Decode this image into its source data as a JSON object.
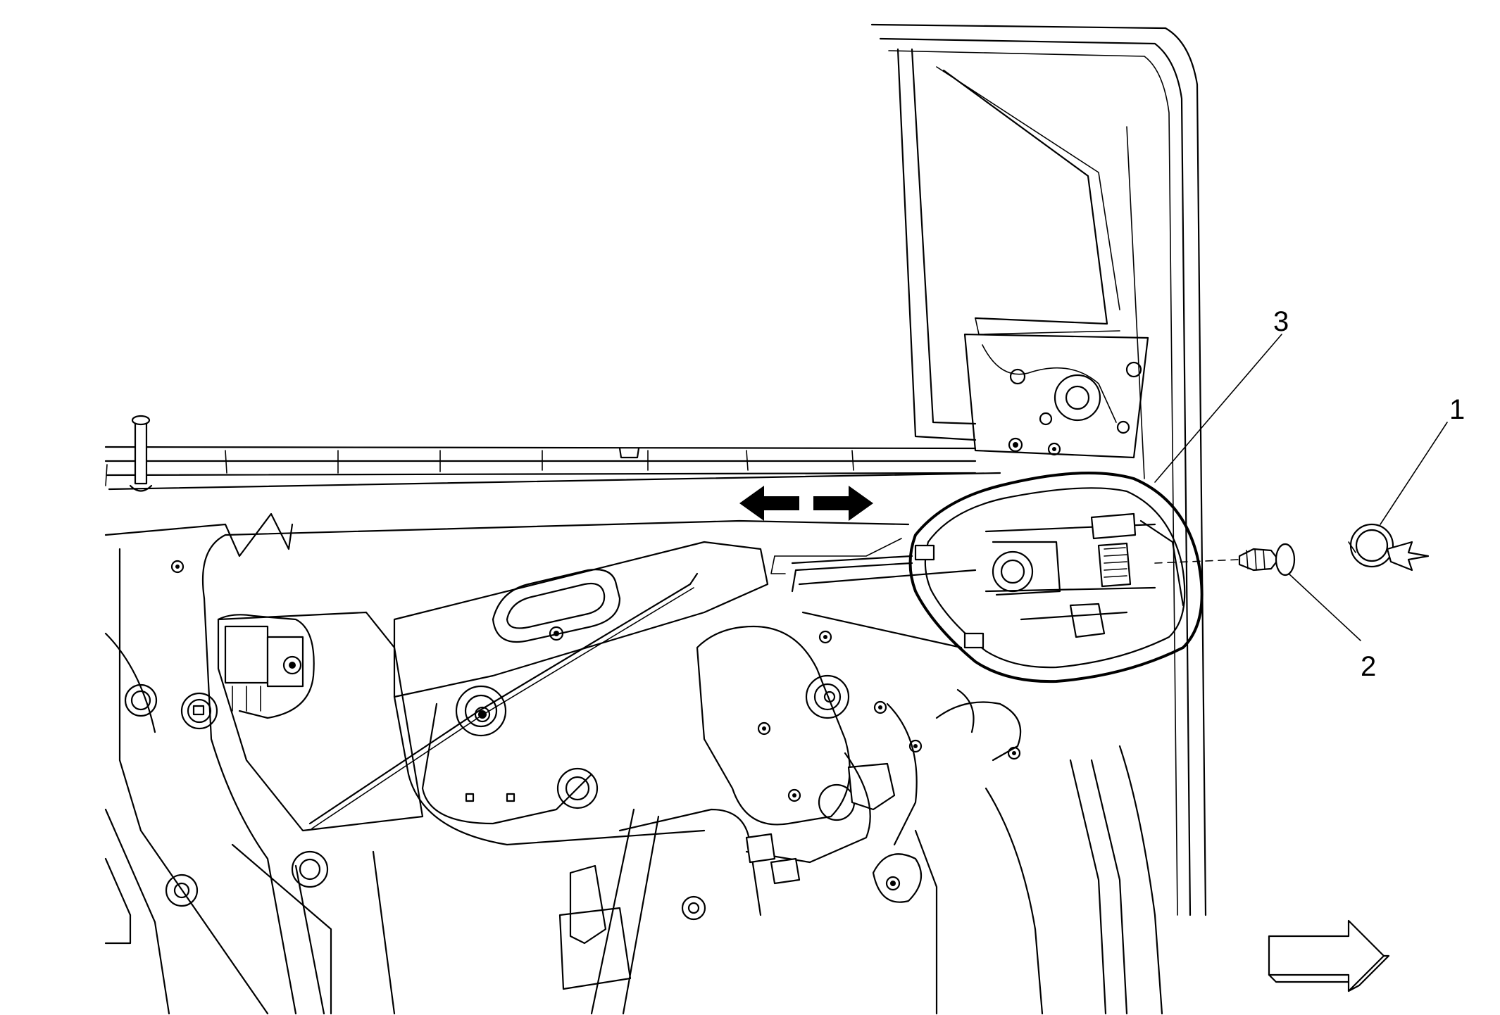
{
  "callouts": [
    {
      "id": "1",
      "label": "1"
    },
    {
      "id": "2",
      "label": "2"
    },
    {
      "id": "3",
      "label": "3"
    }
  ],
  "icons": {
    "move_arrows": "double-horizontal-arrow-icon",
    "view_direction": "vehicle-front-arrow-icon"
  },
  "colors": {
    "line": "#000000",
    "background": "#ffffff"
  }
}
